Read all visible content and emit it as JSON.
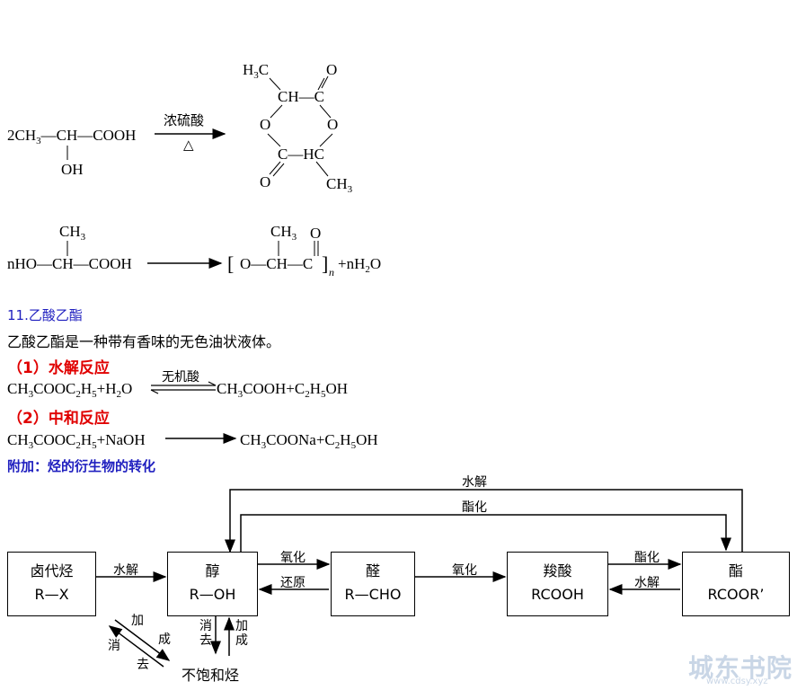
{
  "reaction1": {
    "reactant_prefix": "2CH",
    "reactant_sub1": "3",
    "reactant_rest": "—CH—COOH",
    "oh": "OH",
    "condition_top": "浓硫酸",
    "condition_bottom": "△",
    "ring": {
      "h3c": "H",
      "h3c_sub": "3",
      "h3c_c": "C",
      "ch_top": "CH—C",
      "o_top": "O",
      "o_left": "O",
      "o_right": "O",
      "c_hc": "C—HC",
      "o_bottom": "O",
      "ch3_bottom": "CH",
      "ch3_bottom_sub": "3"
    }
  },
  "reaction2": {
    "reactant": "nHO—CH—COOH",
    "ch3": "CH",
    "ch3_sub": "3",
    "polymer_left": "[",
    "polymer_body": "O—CH—C",
    "polymer_o": "O",
    "polymer_ch3": "CH",
    "polymer_ch3_sub": "3",
    "polymer_right": "]",
    "polymer_n": "n",
    "water": "+nH",
    "water_sub": "2",
    "water_o": "O"
  },
  "section11": {
    "title": "11.乙酸乙酯",
    "desc": "乙酸乙酯是一种带有香味的无色油状液体。",
    "hydrolysis_title": "（1）水解反应",
    "hydrolysis_eq_left": "CH3COOC2H5+H2O",
    "hydrolysis_condition": "无机酸",
    "hydrolysis_eq_right": "CH3COOH+C2H5OH",
    "neutral_title": "（2）中和反应",
    "neutral_eq_left": "CH3COOC2H5+NaOH",
    "neutral_eq_right": "CH3COONa+C2H5OH"
  },
  "appendix": {
    "title": "附加：烃的衍生物的转化"
  },
  "diagram": {
    "boxes": {
      "halide": {
        "name": "卤代烃",
        "formula": "R—X"
      },
      "alcohol": {
        "name": "醇",
        "formula": "R—OH"
      },
      "aldehyde": {
        "name": "醛",
        "formula": "R—CHO"
      },
      "acid": {
        "name": "羧酸",
        "formula": "RCOOH"
      },
      "ester": {
        "name": "酯",
        "formula": "RCOOR’"
      }
    },
    "labels": {
      "top_hydrolysis": "水解",
      "top_esterify": "酯化",
      "halide_to_alcohol": "水解",
      "alcohol_oxidize": "氧化",
      "aldehyde_reduce": "还原",
      "aldehyde_oxidize": "氧化",
      "acid_esterify": "酯化",
      "ester_hydrolysis": "水解",
      "diag_add_1": "加",
      "diag_add_2": "成",
      "diag_elim_1": "消",
      "diag_elim_2": "去",
      "down_elim": "消去",
      "up_add": "加成",
      "unsaturated": "不饱和烃"
    }
  },
  "watermark": {
    "text": "城东书院",
    "url": "www.cdsy.xyz"
  }
}
